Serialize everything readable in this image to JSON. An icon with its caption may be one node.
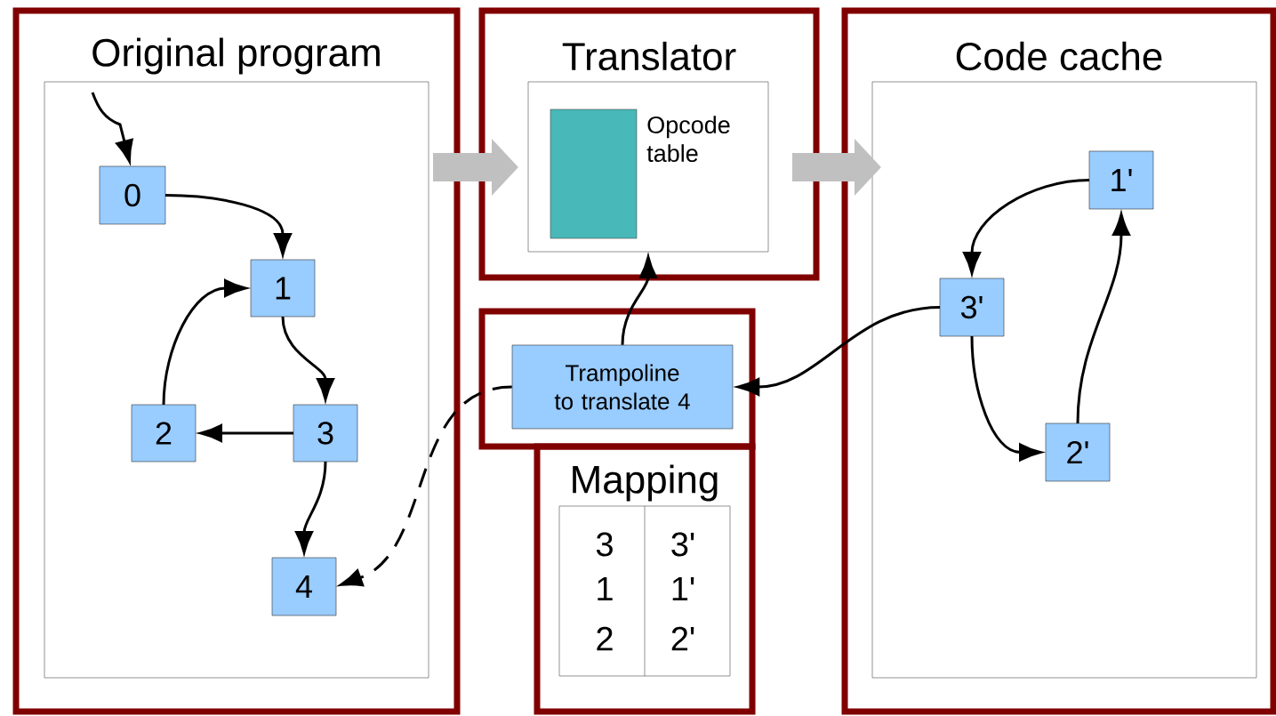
{
  "diagram": {
    "nodes": [
      {
        "text": [
          "Original program"
        ]
      },
      {
        "text": [
          "0"
        ],
        "in": 0
      },
      {
        "text": [
          "1"
        ],
        "in": 0
      },
      {
        "text": [
          "2"
        ],
        "in": 0
      },
      {
        "text": [
          "3"
        ],
        "in": 0
      },
      {
        "text": [
          "4"
        ],
        "in": 0
      },
      {
        "text": [
          "Translator"
        ]
      },
      {
        "text": [
          "Opcode table"
        ],
        "in": 6
      },
      {
        "text": [],
        "shape": "box"
      },
      {
        "text": [
          "Trampoline to translate 4"
        ],
        "in": 8
      },
      {
        "text": [
          "Mapping"
        ]
      },
      {
        "text": [
          "Code cache"
        ]
      },
      {
        "text": [
          "1'"
        ],
        "in": 11
      },
      {
        "text": [
          "3'"
        ],
        "in": 11
      },
      {
        "text": [
          "2'"
        ],
        "in": 11
      }
    ],
    "edges": [
      {
        "from": null,
        "to": 1,
        "arrow": "to"
      },
      {
        "from": 1,
        "to": 2,
        "arrow": "to"
      },
      {
        "from": 2,
        "to": 4,
        "arrow": "to"
      },
      {
        "from": 4,
        "to": 3,
        "arrow": "to"
      },
      {
        "from": 3,
        "to": 2,
        "arrow": "to"
      },
      {
        "from": 4,
        "to": 5,
        "arrow": "to"
      },
      {
        "from": 9,
        "to": 5,
        "arrow": "to",
        "style": "dashed"
      },
      {
        "from": 9,
        "to": 7,
        "arrow": "to"
      },
      {
        "from": 13,
        "to": 9,
        "arrow": "to"
      },
      {
        "from": 12,
        "to": 13,
        "arrow": "to"
      },
      {
        "from": 13,
        "to": 14,
        "arrow": "to"
      },
      {
        "from": 14,
        "to": 12,
        "arrow": "to"
      },
      {
        "from": 0,
        "to": 6,
        "arrow": "to",
        "style": "thick",
        "color": "#c0c0c0"
      },
      {
        "from": 6,
        "to": 11,
        "arrow": "to",
        "style": "thick",
        "color": "#c0c0c0"
      }
    ],
    "labels": [
      "3",
      "3'",
      "1",
      "1'",
      "2",
      "2'"
    ]
  }
}
